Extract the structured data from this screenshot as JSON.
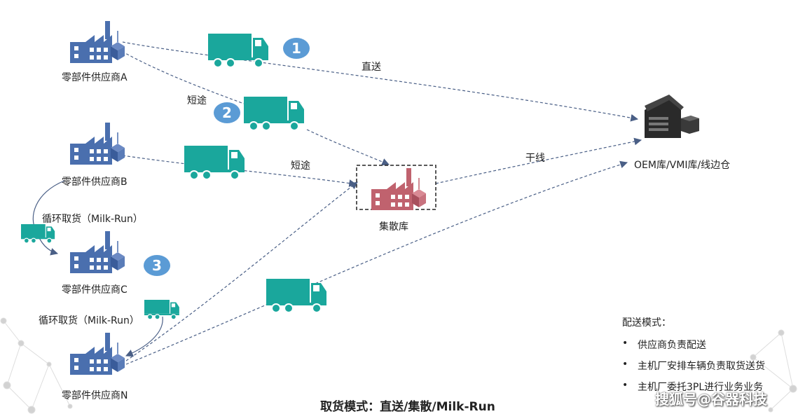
{
  "nodes": {
    "supplier_a": "零部件供应商A",
    "supplier_b": "零部件供应商B",
    "supplier_c": "零部件供应商C",
    "supplier_n": "零部件供应商N",
    "hub": "集散库",
    "oem": "OEM库/VMI库/线边仓"
  },
  "edge_labels": {
    "direct": "直送",
    "short_1": "短途",
    "short_2": "短途",
    "trunk": "干线",
    "milkrun_1": "循环取货（Milk-Run）",
    "milkrun_2": "循环取货（Milk-Run）"
  },
  "badges": {
    "b1": "1",
    "b2": "2",
    "b3": "3"
  },
  "title": "取货模式：直送/集散/Milk-Run",
  "legend": {
    "heading": "配送模式：",
    "items": [
      "供应商负责配送",
      "主机厂安排车辆负责取货送货",
      "主机厂委托3PL进行业务业务"
    ]
  },
  "watermark": "搜狐号@谷器科技",
  "colors": {
    "factory": "#4a6fae",
    "hub_factory": "#c0626e",
    "truck": "#1aa79c",
    "badge": "#5b9bd5",
    "arrow": "#4a5f86"
  }
}
